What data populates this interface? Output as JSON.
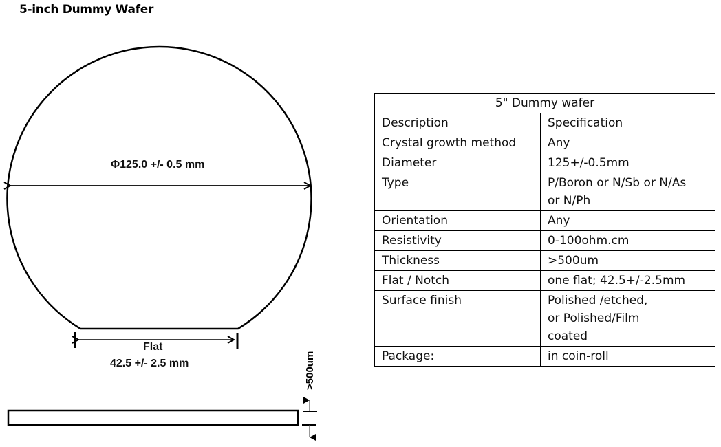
{
  "title": "5-inch Dummy Wafer",
  "diagram": {
    "diameter_label": "Φ125.0 +/- 0.5 mm",
    "flat_label": "Flat",
    "flat_dimension": "42.5 +/- 2.5 mm",
    "thickness_label": ">500um"
  },
  "table": {
    "caption": "5\" Dummy wafer",
    "header": {
      "description": "Description",
      "specification": "Specification"
    },
    "rows": [
      {
        "description": "Crystal growth method",
        "specification": "Any"
      },
      {
        "description": "Diameter",
        "specification": "125+/-0.5mm"
      },
      {
        "description": "Type",
        "specification": "P/Boron or N/Sb or N/As\nor N/Ph"
      },
      {
        "description": "Orientation",
        "specification": "Any"
      },
      {
        "description": "Resistivity",
        "specification": "0-100ohm.cm"
      },
      {
        "description": "Thickness",
        "specification": ">500um"
      },
      {
        "description": "Flat / Notch",
        "specification": "one flat; 42.5+/-2.5mm"
      },
      {
        "description": "Surface finish",
        "specification": "Polished /etched,\nor Polished/Film\ncoated"
      },
      {
        "description": "Package:",
        "specification": "in coin-roll"
      }
    ]
  }
}
